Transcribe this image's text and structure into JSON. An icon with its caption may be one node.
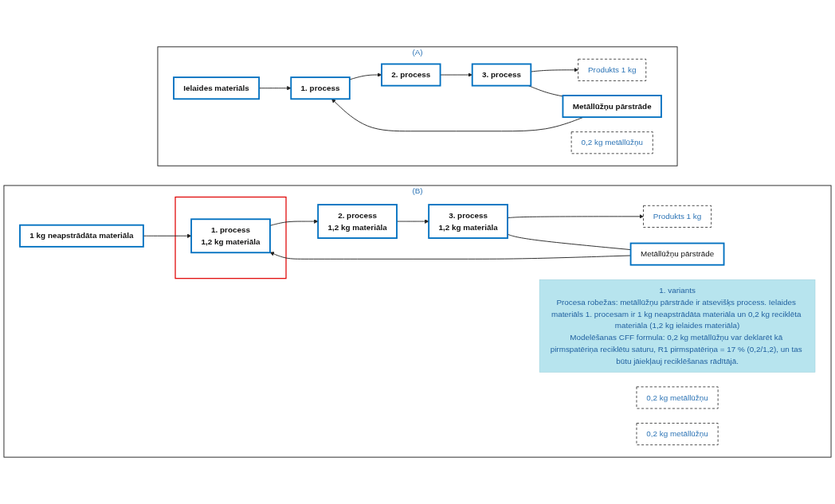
{
  "diagram": {
    "nodes": [
      {
        "text": [
          "(A)"
        ]
      },
      {
        "text": [
          "Ielaides materiāls"
        ],
        "in": 0
      },
      {
        "text": [
          "1. process"
        ],
        "in": 0
      },
      {
        "text": [
          "2. process"
        ],
        "in": 0
      },
      {
        "text": [
          "3. process"
        ],
        "in": 0
      },
      {
        "text": [
          "Produkts 1 kg"
        ],
        "in": 0
      },
      {
        "text": [
          "Metāllūžņu pārstrāde"
        ],
        "in": 0
      },
      {
        "text": [
          "0,2 kg metāllūžņu"
        ],
        "in": 0
      },
      {
        "text": [
          "(B)"
        ]
      },
      {
        "text": [
          "1. variants",
          "Procesa robežas: metāllūžņu pārstrāde ir atsevišķs process. Ielaides materiāls 1. procesam ir 1 kg neapstrādāta materiāla un 0,2 kg reciklēta materiāla (1,2 kg ielaides materiāla)",
          "Modelēšanas CFF formula: 0,2 kg metāllūžņu var deklarēt kā pirmspatēriņa reciklētu saturu, R1 pirmspatēriņa = 17 % (0,2/1,2), un tas būtu jāiekļauj reciklēšanas rādītājā."
        ],
        "in": 8
      },
      {
        "text": [
          "1 kg neapstrādāta materiāla"
        ],
        "in": 8
      },
      {
        "text": [],
        "shape": "box",
        "in": 8
      },
      {
        "text": [
          "1. process",
          "1,2 kg materiāla"
        ],
        "in": 11
      },
      {
        "text": [
          "2. process",
          "1,2 kg materiāla"
        ],
        "in": 8
      },
      {
        "text": [
          "3. process",
          "1,2 kg materiāla"
        ],
        "in": 8
      },
      {
        "text": [
          "Produkts 1 kg"
        ],
        "in": 8
      },
      {
        "text": [
          "0,2 kg metāllūžņu"
        ],
        "in": 8
      },
      {
        "text": [
          "Metāllūžņu pārstrāde"
        ],
        "in": 8
      },
      {
        "text": [
          "0,2 kg metāllūžņu"
        ],
        "in": 8
      }
    ],
    "edges": [
      {
        "from": 1,
        "to": 2,
        "arrow": "to"
      },
      {
        "from": 2,
        "to": 3,
        "arrow": "to"
      },
      {
        "from": 3,
        "to": 4,
        "arrow": "to"
      },
      {
        "from": 4,
        "to": 5,
        "arrow": "to"
      },
      {
        "from": 4,
        "to": 6,
        "arrow": "none"
      },
      {
        "from": 6,
        "to": 2,
        "arrow": "to"
      },
      {
        "from": 10,
        "to": 12,
        "arrow": "to"
      },
      {
        "from": 12,
        "to": 13,
        "arrow": "to"
      },
      {
        "from": 13,
        "to": 14,
        "arrow": "to"
      },
      {
        "from": 14,
        "to": 15,
        "arrow": "to"
      },
      {
        "from": 14,
        "to": 17,
        "arrow": "none"
      },
      {
        "from": 17,
        "to": 12,
        "arrow": "to"
      }
    ]
  }
}
